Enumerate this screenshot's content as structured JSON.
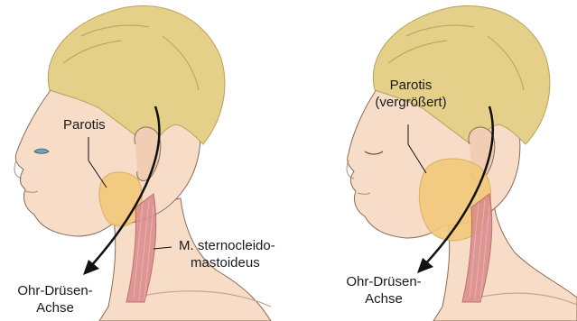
{
  "left_panel": {
    "parotis_label": "Parotis",
    "muscle_label_line1": "M. sternocleido-",
    "muscle_label_line2": "mastoideus",
    "axis_label_line1": "Ohr-Drüsen-",
    "axis_label_line2": "Achse"
  },
  "right_panel": {
    "parotis_label_line1": "Parotis",
    "parotis_label_line2": "(vergrößert)",
    "axis_label_line1": "Ohr-Drüsen-",
    "axis_label_line2": "Achse"
  },
  "colors": {
    "skin": "#f7ddc8",
    "skin_shadow": "#ebc3a6",
    "hair": "#e4d089",
    "hair_stroke": "#b9a25a",
    "gland": "#f3c97a",
    "muscle": "#d98a8a",
    "outline": "#8a6a55",
    "arrow": "#111111"
  }
}
